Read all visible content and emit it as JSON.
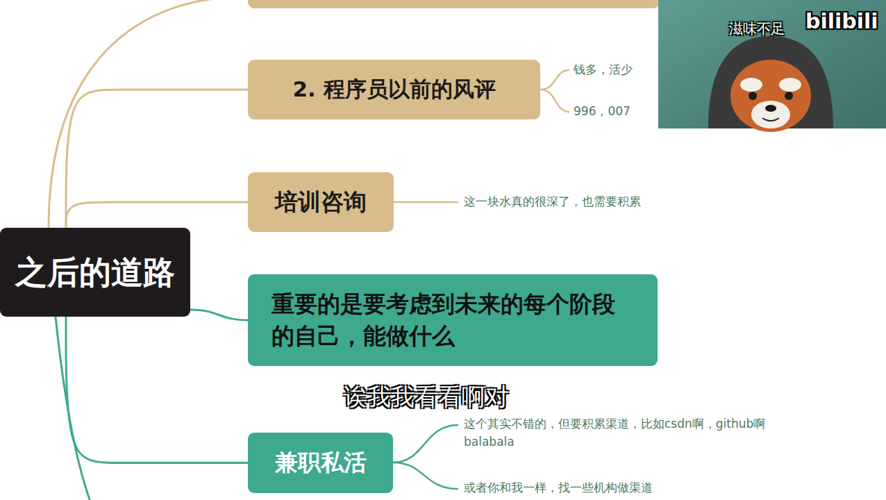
{
  "diagram": {
    "nodes": [
      {
        "text": [
          "之后的道路"
        ]
      },
      {
        "text": [
          "2. 程序员以前的风评"
        ]
      },
      {
        "text": [
          "培训咨询"
        ]
      },
      {
        "text": [
          "重要的是要考虑到未来的每个阶段的自己，能做什么"
        ]
      },
      {
        "text": [
          "兼职私活"
        ]
      }
    ],
    "edges": [
      {
        "from": 0,
        "to": 1,
        "arrow": "none"
      },
      {
        "from": 0,
        "to": 2,
        "arrow": "none"
      },
      {
        "from": 0,
        "to": 3,
        "arrow": "none"
      },
      {
        "from": 0,
        "to": 4,
        "arrow": "none"
      }
    ],
    "labels": [
      "钱多，活少",
      "996，007",
      "这一块水真的很深了，也需要积累",
      "这个其实不错的，但要积累渠道，比如csdn啊，github啊balabala",
      "或者你和我一样，找一些机构做渠道",
      "诶我我看看啊对",
      "滋味不足",
      "bilibili"
    ]
  }
}
